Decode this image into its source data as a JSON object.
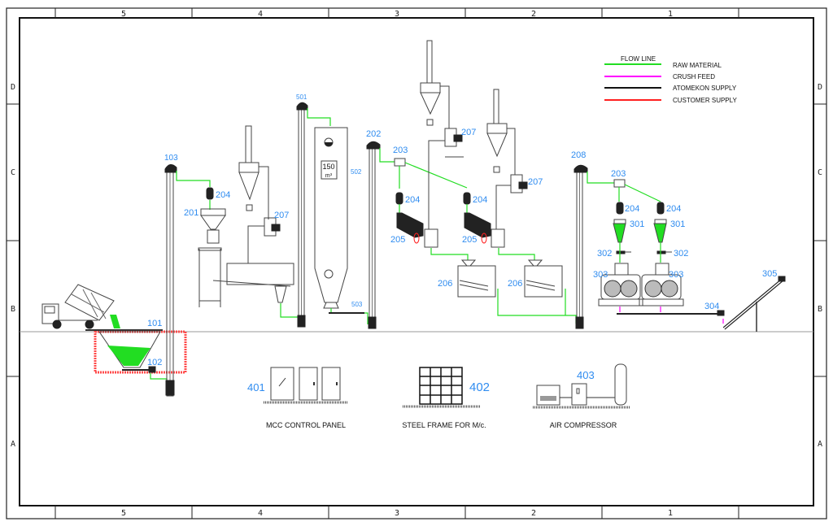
{
  "drawing": {
    "column_labels": [
      "5",
      "4",
      "3",
      "2",
      "1"
    ],
    "row_labels": [
      "D",
      "C",
      "B",
      "A"
    ]
  },
  "legend": {
    "title": "FLOW LINE",
    "items": [
      {
        "label": "RAW MATERIAL",
        "color": "#22dd22"
      },
      {
        "label": "CRUSH FEED",
        "color": "#ff00ff"
      },
      {
        "label": "ATOMEKON SUPPLY",
        "color": "#111111"
      },
      {
        "label": "CUSTOMER SUPPLY",
        "color": "#ff2020"
      }
    ]
  },
  "equipment_tags": {
    "t101": "101",
    "t102": "102",
    "t103": "103",
    "t201": "201",
    "t202": "202",
    "t203a": "203",
    "t203b": "203",
    "t204a": "204",
    "t204b": "204",
    "t204c": "204",
    "t204d": "204",
    "t204e": "204",
    "t205a": "205",
    "t205b": "205",
    "t206a": "206",
    "t206b": "206",
    "t207a": "207",
    "t207b": "207",
    "t207c": "207",
    "t208": "208",
    "t301a": "301",
    "t301b": "301",
    "t302a": "302",
    "t302b": "302",
    "t303a": "303",
    "t303b": "303",
    "t304": "304",
    "t305": "305",
    "t401": "401",
    "t402": "402",
    "t403": "403",
    "t501": "501",
    "t502": "502",
    "t503": "503"
  },
  "silo": {
    "capacity_value": "150",
    "capacity_unit": "m³"
  },
  "captions": {
    "mcc": "MCC CONTROL PANEL",
    "steel": "STEEL  FRAME FOR M/c.",
    "air": "AIR COMPRESSOR"
  }
}
